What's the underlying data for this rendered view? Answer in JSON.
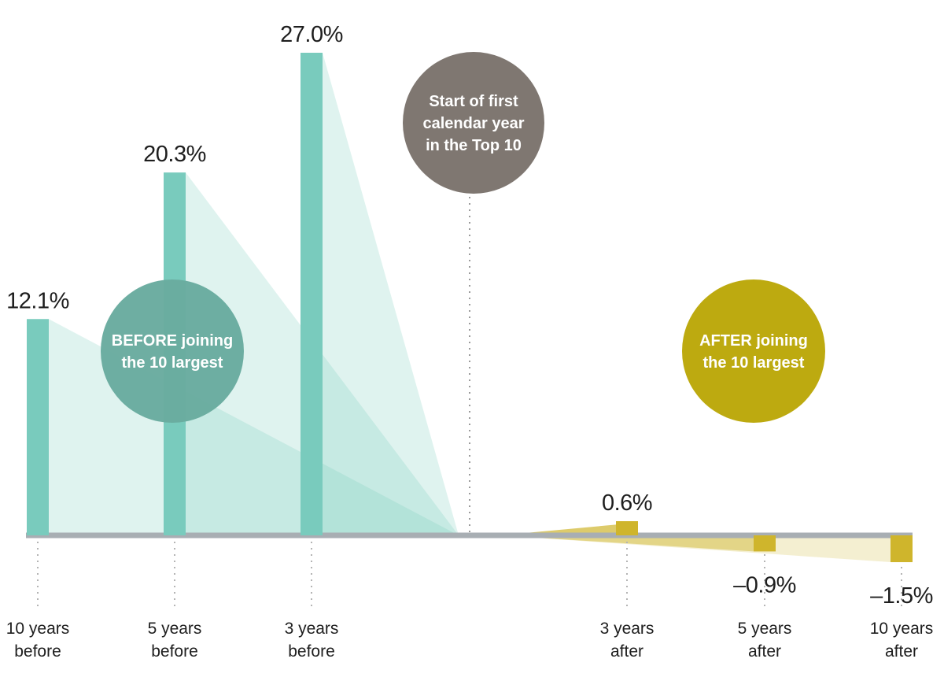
{
  "chart_data": {
    "type": "bar",
    "categories": [
      "10 years before",
      "5 years before",
      "3 years before",
      "3 years after",
      "5 years after",
      "10 years after"
    ],
    "tick_lines": [
      [
        "10 years",
        "before"
      ],
      [
        "5 years",
        "before"
      ],
      [
        "3 years",
        "before"
      ],
      [
        "3 years",
        "after"
      ],
      [
        "5 years",
        "after"
      ],
      [
        "10 years",
        "after"
      ]
    ],
    "values": [
      12.1,
      20.3,
      27.0,
      0.6,
      -0.9,
      -1.5
    ],
    "value_labels": [
      "12.1%",
      "20.3%",
      "27.0%",
      "0.6%",
      "–0.9%",
      "–1.5%"
    ],
    "groups": [
      "before",
      "before",
      "before",
      "after",
      "after",
      "after"
    ],
    "units": "%",
    "annotations": {
      "before": [
        "BEFORE joining",
        "the 10 largest"
      ],
      "after": [
        "AFTER joining",
        "the 10 largest"
      ],
      "start": [
        "Start of first",
        "calendar year",
        "in the Top 10"
      ]
    },
    "colors": {
      "before_bar": "#79cbbd",
      "after_bar": "#cfb52c",
      "before_bubble": "#69ab9f",
      "after_bubble": "#bdaa10",
      "start_bubble": "#7f7771",
      "baseline": "#a8aeb3"
    },
    "ylim": [
      -1.5,
      27.0
    ]
  }
}
